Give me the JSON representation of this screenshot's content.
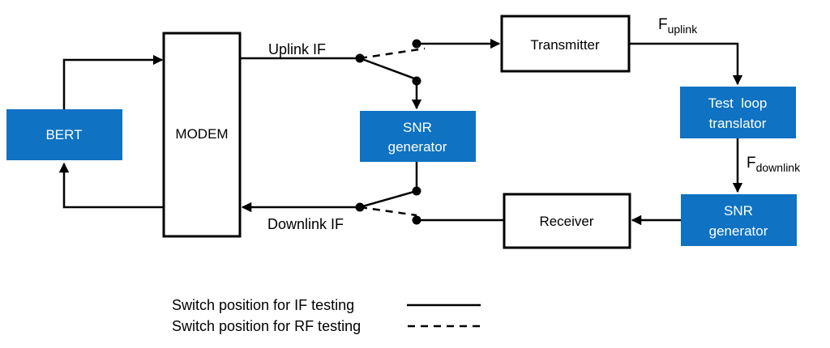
{
  "blocks": {
    "bert": "BERT",
    "modem": "MODEM",
    "transmitter": "Transmitter",
    "receiver": "Receiver",
    "snr_generator_left": [
      "SNR",
      "generator"
    ],
    "test_loop_translator": [
      "Test  loop",
      "translator"
    ],
    "snr_generator_right": [
      "SNR",
      "generator"
    ]
  },
  "signals": {
    "uplink_if": "Uplink IF",
    "downlink_if": "Downlink IF",
    "f_uplink": {
      "base": "F",
      "sub": "uplink"
    },
    "f_downlink": {
      "base": "F",
      "sub": "downlink"
    }
  },
  "legend": {
    "if_testing": "Switch position for IF testing",
    "rf_testing": "Switch position for RF testing"
  },
  "colors": {
    "block_fill": "#0f72c2",
    "block_text": "#ffffff",
    "line": "#000000"
  }
}
